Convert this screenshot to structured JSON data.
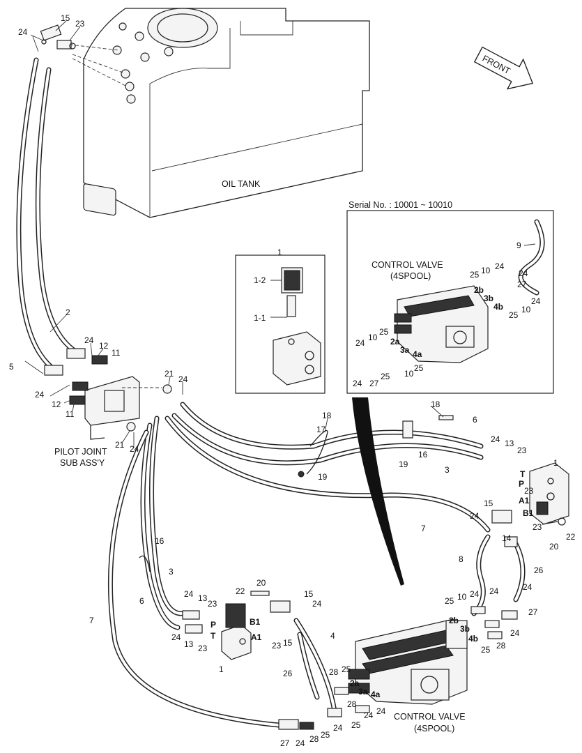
{
  "captions": {
    "oil_tank": "OIL TANK",
    "front": "FRONT",
    "pilot_joint_1": "PILOT JOINT",
    "pilot_joint_2": "SUB ASS'Y",
    "serial": "Serial No. : 10001 ~ 10010",
    "cv_inset_1": "CONTROL VALVE",
    "cv_inset_2": "(4SPOOL)",
    "cv_main_1": "CONTROL VALVE",
    "cv_main_2": "(4SPOOL)"
  },
  "callouts": [
    {
      "id": "c1",
      "text": "15"
    },
    {
      "id": "c2",
      "text": "23"
    },
    {
      "id": "c3",
      "text": "24"
    },
    {
      "id": "c4",
      "text": "2"
    },
    {
      "id": "c5",
      "text": "5"
    },
    {
      "id": "c6",
      "text": "24"
    },
    {
      "id": "c7",
      "text": "12"
    },
    {
      "id": "c8",
      "text": "11"
    },
    {
      "id": "c9",
      "text": "24"
    },
    {
      "id": "c10",
      "text": "12"
    },
    {
      "id": "c11",
      "text": "11"
    },
    {
      "id": "c12",
      "text": "21"
    },
    {
      "id": "c13",
      "text": "24"
    },
    {
      "id": "c14",
      "text": "21"
    },
    {
      "id": "c15",
      "text": "24"
    },
    {
      "id": "c16",
      "text": "1"
    },
    {
      "id": "c17",
      "text": "1-2"
    },
    {
      "id": "c18",
      "text": "1-1"
    },
    {
      "id": "c19",
      "text": "9"
    },
    {
      "id": "c20",
      "text": "10"
    },
    {
      "id": "c21",
      "text": "24"
    },
    {
      "id": "c22",
      "text": "25"
    },
    {
      "id": "c23",
      "text": "24"
    },
    {
      "id": "c24",
      "text": "27"
    },
    {
      "id": "c25",
      "text": "24"
    },
    {
      "id": "c26",
      "text": "10"
    },
    {
      "id": "c27",
      "text": "25"
    },
    {
      "id": "c28",
      "text": "24"
    },
    {
      "id": "c29",
      "text": "10"
    },
    {
      "id": "c30",
      "text": "25"
    },
    {
      "id": "c31",
      "text": "24"
    },
    {
      "id": "c32",
      "text": "27"
    },
    {
      "id": "c33",
      "text": "25"
    },
    {
      "id": "c34",
      "text": "10"
    },
    {
      "id": "c35",
      "text": "25"
    },
    {
      "id": "c36",
      "text": "18"
    },
    {
      "id": "c37",
      "text": "17"
    },
    {
      "id": "c38",
      "text": "19"
    },
    {
      "id": "c39",
      "text": "18"
    },
    {
      "id": "c40",
      "text": "6"
    },
    {
      "id": "c41",
      "text": "16"
    },
    {
      "id": "c42",
      "text": "19"
    },
    {
      "id": "c43",
      "text": "3"
    },
    {
      "id": "c44",
      "text": "24"
    },
    {
      "id": "c45",
      "text": "13"
    },
    {
      "id": "c46",
      "text": "23"
    },
    {
      "id": "c47",
      "text": "1"
    },
    {
      "id": "c48",
      "text": "23"
    },
    {
      "id": "c49",
      "text": "7"
    },
    {
      "id": "c50",
      "text": "15"
    },
    {
      "id": "c51",
      "text": "24"
    },
    {
      "id": "c52",
      "text": "23"
    },
    {
      "id": "c53",
      "text": "14"
    },
    {
      "id": "c54",
      "text": "20"
    },
    {
      "id": "c55",
      "text": "22"
    },
    {
      "id": "c56",
      "text": "8"
    },
    {
      "id": "c57",
      "text": "26"
    },
    {
      "id": "c58",
      "text": "24"
    },
    {
      "id": "c59",
      "text": "24"
    },
    {
      "id": "c60",
      "text": "16"
    },
    {
      "id": "c61",
      "text": "3"
    },
    {
      "id": "c62",
      "text": "6"
    },
    {
      "id": "c63",
      "text": "7"
    },
    {
      "id": "c64",
      "text": "24"
    },
    {
      "id": "c65",
      "text": "13"
    },
    {
      "id": "c66",
      "text": "23"
    },
    {
      "id": "c67",
      "text": "24"
    },
    {
      "id": "c68",
      "text": "13"
    },
    {
      "id": "c69",
      "text": "23"
    },
    {
      "id": "c70",
      "text": "1"
    },
    {
      "id": "c71",
      "text": "22"
    },
    {
      "id": "c72",
      "text": "20"
    },
    {
      "id": "c73",
      "text": "15"
    },
    {
      "id": "c74",
      "text": "24"
    },
    {
      "id": "c75",
      "text": "23"
    },
    {
      "id": "c76",
      "text": "15"
    },
    {
      "id": "c77",
      "text": "4"
    },
    {
      "id": "c78",
      "text": "26"
    },
    {
      "id": "c79",
      "text": "25"
    },
    {
      "id": "c80",
      "text": "10"
    },
    {
      "id": "c81",
      "text": "24"
    },
    {
      "id": "c82",
      "text": "27"
    },
    {
      "id": "c83",
      "text": "24"
    },
    {
      "id": "c84",
      "text": "25"
    },
    {
      "id": "c85",
      "text": "28"
    },
    {
      "id": "c86",
      "text": "28"
    },
    {
      "id": "c87",
      "text": "25"
    },
    {
      "id": "c88",
      "text": "28"
    },
    {
      "id": "c89",
      "text": "24"
    },
    {
      "id": "c90",
      "text": "25"
    },
    {
      "id": "c91",
      "text": "24"
    },
    {
      "id": "c92",
      "text": "27"
    },
    {
      "id": "c93",
      "text": "24"
    },
    {
      "id": "c94",
      "text": "28"
    },
    {
      "id": "c95",
      "text": "25"
    },
    {
      "id": "c96",
      "text": "24"
    }
  ],
  "port_labels": [
    {
      "id": "p1",
      "text": "2b"
    },
    {
      "id": "p2",
      "text": "3b"
    },
    {
      "id": "p3",
      "text": "4b"
    },
    {
      "id": "p4",
      "text": "2a"
    },
    {
      "id": "p5",
      "text": "3a"
    },
    {
      "id": "p6",
      "text": "4a"
    },
    {
      "id": "p7",
      "text": "T"
    },
    {
      "id": "p8",
      "text": "P"
    },
    {
      "id": "p9",
      "text": "A1"
    },
    {
      "id": "p10",
      "text": "B1"
    },
    {
      "id": "p11",
      "text": "P"
    },
    {
      "id": "p12",
      "text": "T"
    },
    {
      "id": "p13",
      "text": "B1"
    },
    {
      "id": "p14",
      "text": "A1"
    },
    {
      "id": "p15",
      "text": "2b"
    },
    {
      "id": "p16",
      "text": "3b"
    },
    {
      "id": "p17",
      "text": "4b"
    },
    {
      "id": "p18",
      "text": "2a"
    },
    {
      "id": "p19",
      "text": "3a"
    },
    {
      "id": "p20",
      "text": "4a"
    }
  ]
}
